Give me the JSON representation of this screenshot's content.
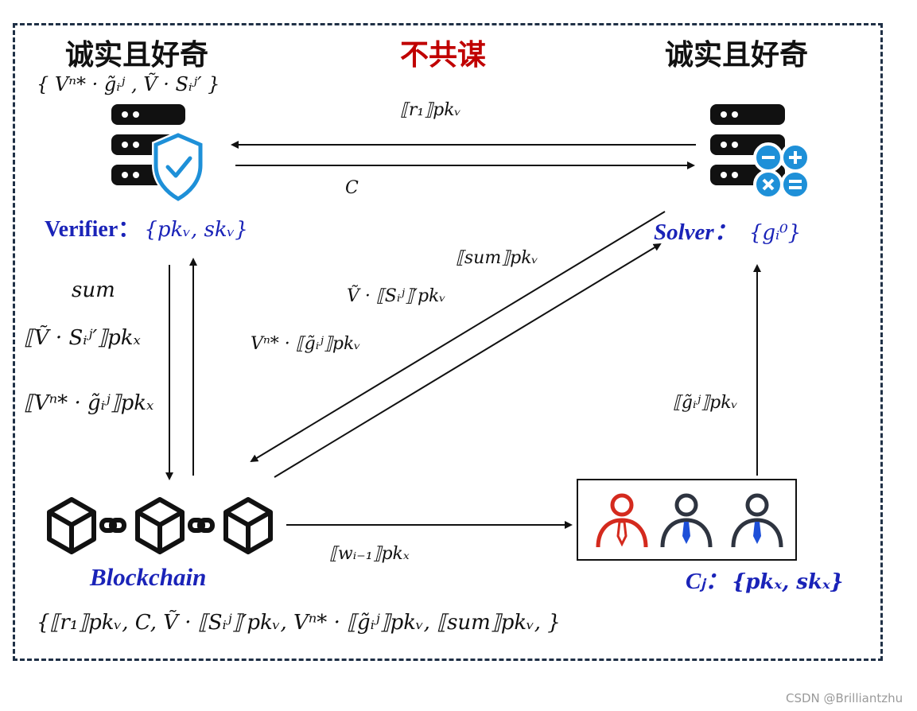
{
  "headings": {
    "left": "诚实且好奇",
    "center": "不共谋",
    "right": "诚实且好奇"
  },
  "verifier": {
    "stored": "{ Vⁿ* · g̃ᵢʲ , Ṽ · Sᵢʲ′ }",
    "name": "Verifier：",
    "keys": "{pkᵥ, skᵥ}"
  },
  "solver": {
    "name": "Solver：",
    "keys": "{gᵢ⁰}"
  },
  "blockchain": {
    "name": "Blockchain",
    "stored": "{⟦r₁⟧pkᵥ, C, Ṽ · ⟦Sᵢʲ⟧′pkᵥ, Vⁿ* · ⟦g̃ᵢʲ⟧pkᵥ, ⟦sum⟧pkᵥ, }"
  },
  "clients": {
    "name": "Cⱼ：",
    "keys": "{pkₓ, skₓ}"
  },
  "edges": {
    "solver_to_verifier": "⟦r₁⟧pkᵥ",
    "verifier_to_solver": "C",
    "verifier_to_chain_1": "sum",
    "verifier_to_chain_2": "⟦Ṽ · Sᵢʲ′⟧pkₓ",
    "verifier_to_chain_3": "⟦Vⁿ* · g̃ᵢʲ⟧pkₓ",
    "chain_solver_1": "⟦sum⟧pkᵥ",
    "chain_solver_2": "Ṽ · ⟦Sᵢʲ⟧′pkᵥ",
    "chain_solver_3": "Vⁿ* · ⟦g̃ᵢʲ⟧pkᵥ",
    "clients_to_solver": "⟦g̃ᵢʲ⟧pkᵥ",
    "chain_to_clients": "⟦wᵢ₋₁⟧pkₓ"
  },
  "watermark": "CSDN @Brilliantzhu",
  "colors": {
    "accent_blue": "#1a23b8",
    "heading_red": "#c00000",
    "shield_blue": "#1e90d8",
    "person_red": "#d42a1e",
    "person_dark": "#2e3440",
    "frame": "#1f3046"
  },
  "icons": [
    "server-shield-icon",
    "server-calculator-icon",
    "blockchain-icon",
    "person-icon"
  ]
}
